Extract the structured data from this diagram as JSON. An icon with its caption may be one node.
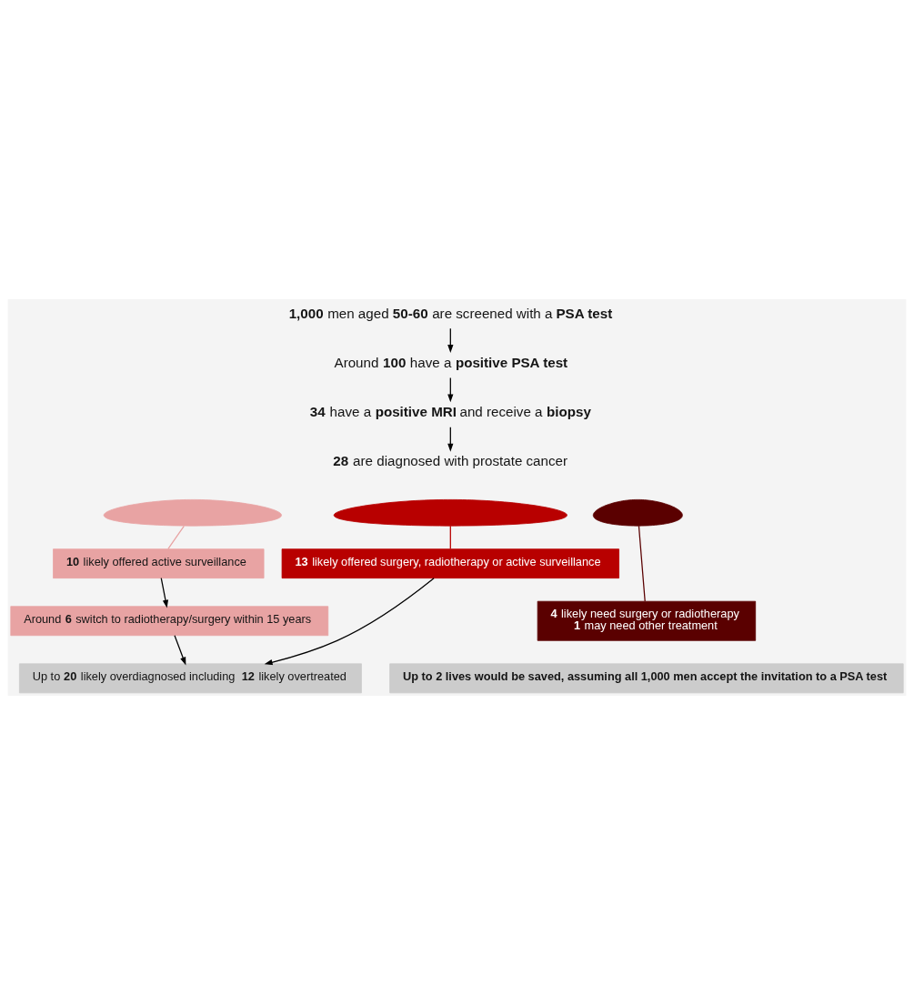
{
  "diagram": {
    "nodes": [
      {
        "text": [
          "**1,000** men aged **50-60** are screened with a **PSA test**"
        ]
      },
      {
        "text": [
          "Around **100** have a **positive PSA test**"
        ]
      },
      {
        "text": [
          "**34** have a **positive MRI** and receive a **biopsy**"
        ]
      },
      {
        "text": [
          "**28** are diagnosed with prostate cancer"
        ]
      },
      {
        "text": [],
        "shape": "person"
      },
      {
        "text": [],
        "shape": "person"
      },
      {
        "text": [],
        "shape": "person"
      },
      {
        "text": [
          "**10** likely offered active surveillance"
        ]
      },
      {
        "text": [
          "**13** likely offered surgery, radiotherapy or active surveillance"
        ]
      },
      {
        "text": [
          "Around **6** switch to radiotherapy/surgery within 15 years"
        ]
      },
      {
        "text": [
          "**4** likely need surgery or radiotherapy",
          "**1** may need other treatment"
        ]
      },
      {
        "text": [
          "Up to **20** likely overdiagnosed including **12** likely overtreated"
        ]
      },
      {
        "text": [
          "Up to 2 lives would be saved, assuming all 1,000 men accept the invitation to a PSA test"
        ]
      }
    ],
    "edges": [
      {
        "from": 0,
        "to": 1,
        "arrow": "to"
      },
      {
        "from": 1,
        "to": 2,
        "arrow": "to"
      },
      {
        "from": 2,
        "to": 3,
        "arrow": "to"
      },
      {
        "from": 4,
        "to": 7,
        "arrow": "none",
        "color": "#e8a3a3"
      },
      {
        "from": 5,
        "to": 8,
        "arrow": "none",
        "color": "#b80000"
      },
      {
        "from": 6,
        "to": 10,
        "arrow": "none",
        "color": "#5a0000"
      },
      {
        "from": 7,
        "to": 9,
        "arrow": "to"
      },
      {
        "from": 9,
        "to": 11,
        "arrow": "to"
      },
      {
        "from": 8,
        "to": 11,
        "arrow": "to"
      }
    ]
  }
}
